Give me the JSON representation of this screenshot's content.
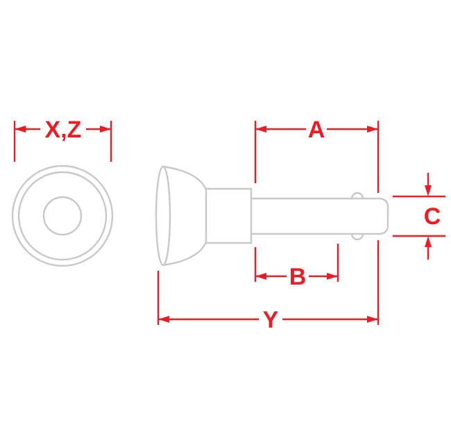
{
  "drawing": {
    "kind": "technical-drawing-clevis-pin",
    "labels": {
      "head_diameter": "X,Z",
      "shank_length": "A",
      "grip_length": "B",
      "pin_diameter": "C",
      "overall_length": "Y"
    },
    "colors": {
      "dimension": "#ed1c24",
      "outline": "#c8c8c8",
      "background": "#ffffff"
    }
  }
}
